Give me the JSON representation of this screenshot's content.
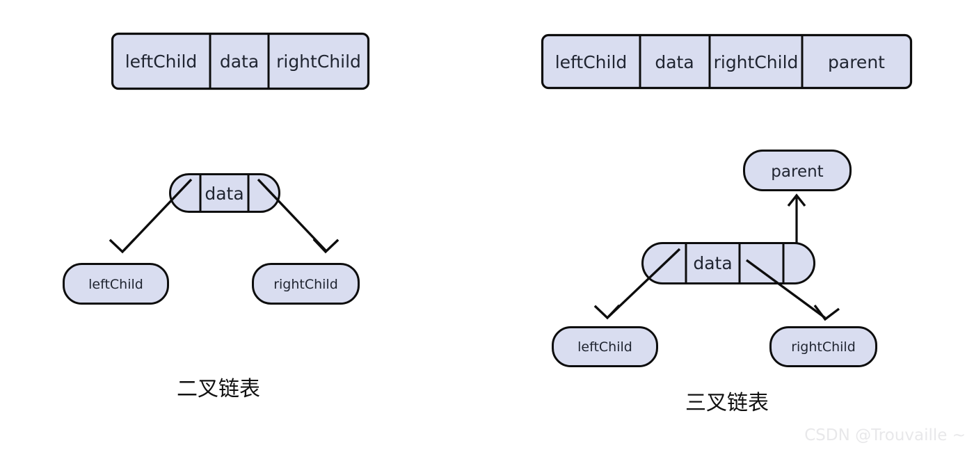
{
  "page": {
    "background": "#ffffff",
    "node_fill": "#d9ddf0",
    "stroke": "#0d0d0d",
    "text_color": "#1f2430",
    "watermark_color": "#e8e8ea"
  },
  "binary": {
    "caption": "二叉链表",
    "struct_row": {
      "cells": [
        {
          "label": "leftChild"
        },
        {
          "label": "data"
        },
        {
          "label": "rightChild"
        }
      ]
    },
    "node": {
      "left_pointer_label": "",
      "data_label": "data",
      "right_pointer_label": ""
    },
    "children": [
      {
        "label": "leftChild"
      },
      {
        "label": "rightChild"
      }
    ]
  },
  "trinary": {
    "caption": "三叉链表",
    "struct_row": {
      "cells": [
        {
          "label": "leftChild"
        },
        {
          "label": "data"
        },
        {
          "label": "rightChild"
        },
        {
          "label": "parent"
        }
      ]
    },
    "node": {
      "left_pointer_label": "",
      "data_label": "data",
      "right_pointer_label": "",
      "parent_pointer_label": ""
    },
    "children": [
      {
        "label": "leftChild"
      },
      {
        "label": "rightChild"
      }
    ],
    "parent": {
      "label": "parent"
    }
  },
  "watermark": {
    "text": "CSDN @Trouvaille ~"
  }
}
